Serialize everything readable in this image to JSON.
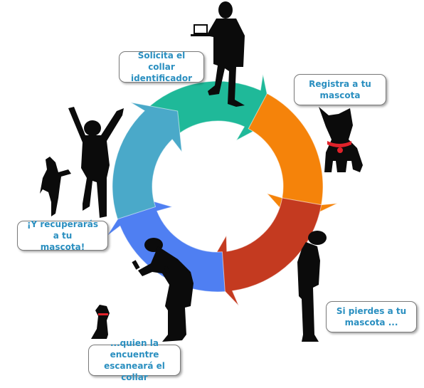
{
  "colors": {
    "segment_teal": "#1fb999",
    "segment_orange": "#f5830a",
    "segment_red": "#c43a20",
    "segment_blue": "#4f7ff2",
    "segment_lightblue": "#4aa9c9",
    "silhouette": "#0b0b0b",
    "collar_red": "#e0222a",
    "callout_text": "#2a8fc0"
  },
  "steps": [
    {
      "line1": "Solicita el collar",
      "line2": "identificador"
    },
    {
      "line1": "Registra a tu",
      "line2": "mascota"
    },
    {
      "line1": "Si pierdes a tu",
      "line2": "mascota ..."
    },
    {
      "line1": "...quien la encuentre",
      "line2": "escaneará el collar"
    },
    {
      "line1": "¡Y recuperarás a tu",
      "line2": "mascota!"
    }
  ],
  "figures": [
    {
      "icon": "man-with-laptop-icon"
    },
    {
      "icon": "dog-with-collar-icon"
    },
    {
      "icon": "man-looking-down-icon"
    },
    {
      "icon": "person-scanning-phone-icon"
    },
    {
      "icon": "sitting-dog-icon"
    },
    {
      "icon": "celebrating-man-icon"
    },
    {
      "icon": "jumping-dog-icon"
    }
  ]
}
